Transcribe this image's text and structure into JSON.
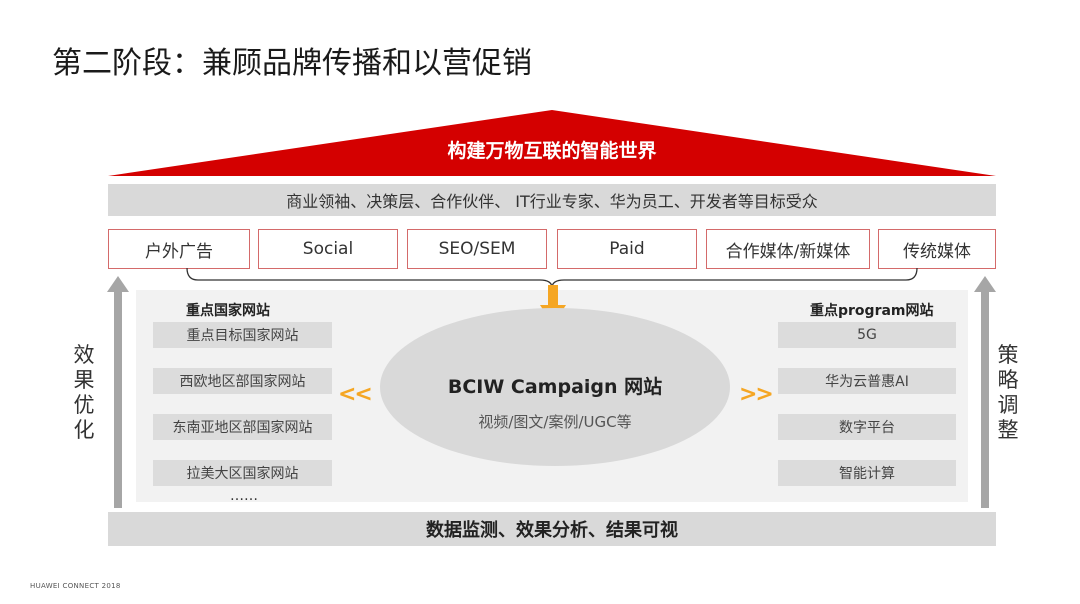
{
  "slide_title": "第二阶段：兼顾品牌传播和以营促销",
  "colors": {
    "roof_red": "#d40000",
    "accent_orange": "#f5a623",
    "gray_band": "#d9d9d9",
    "channel_border": "#d46a6a"
  },
  "roof": {
    "text": "构建万物互联的智能世界"
  },
  "audience": {
    "text": "商业领袖、决策层、合作伙伴、 IT行业专家、华为员工、开发者等目标受众"
  },
  "channels": [
    "户外广告",
    "Social",
    "SEO/SEM",
    "Paid",
    "合作媒体/新媒体",
    "传统媒体"
  ],
  "left_column": {
    "title": "重点国家网站",
    "items": [
      "重点目标国家网站",
      "西欧地区部国家网站",
      "东南亚地区部国家网站",
      "拉美大区国家网站"
    ],
    "more": "……"
  },
  "center": {
    "title": "BCIW Campaign 网站",
    "subtitle": "视频/图文/案例/UGC等"
  },
  "right_column": {
    "title": "重点program网站",
    "items": [
      "5G",
      "华为云普惠AI",
      "数字平台",
      "智能计算"
    ]
  },
  "arrows": {
    "left_chevron": "<<",
    "right_chevron": ">>",
    "down_arrow": "down-arrow-icon",
    "up_arrow": "up-arrow-icon"
  },
  "left_side_label": "效果优化",
  "right_side_label": "策略调整",
  "bottom_bar": {
    "text": "数据监测、效果分析、结果可视"
  },
  "footer": "HUAWEI CONNECT 2018"
}
